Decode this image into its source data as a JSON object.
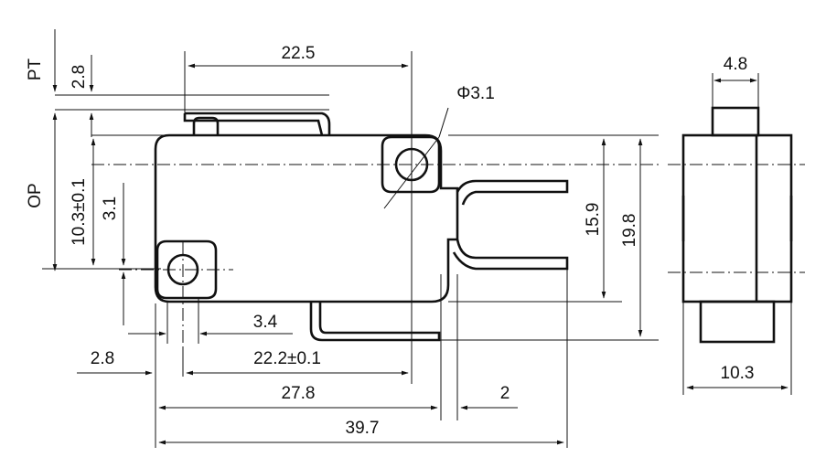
{
  "labels": {
    "pt": "PT",
    "op": "OP",
    "d_22_5": "22.5",
    "d_2_8_top": "2.8",
    "d_phi_3_1": "Φ3.1",
    "d_10_3_tol": "10.3±0.1",
    "d_3_1": "3.1",
    "d_15_9": "15.9",
    "d_19_8": "19.8",
    "d_3_4": "3.4",
    "d_2_8_left": "2.8",
    "d_22_2_tol": "22.2±0.1",
    "d_27_8": "27.8",
    "d_2": "2",
    "d_39_7": "39.7",
    "d_4_8": "4.8",
    "d_10_3": "10.3"
  },
  "colors": {
    "line": "#111111",
    "background": "#ffffff"
  }
}
